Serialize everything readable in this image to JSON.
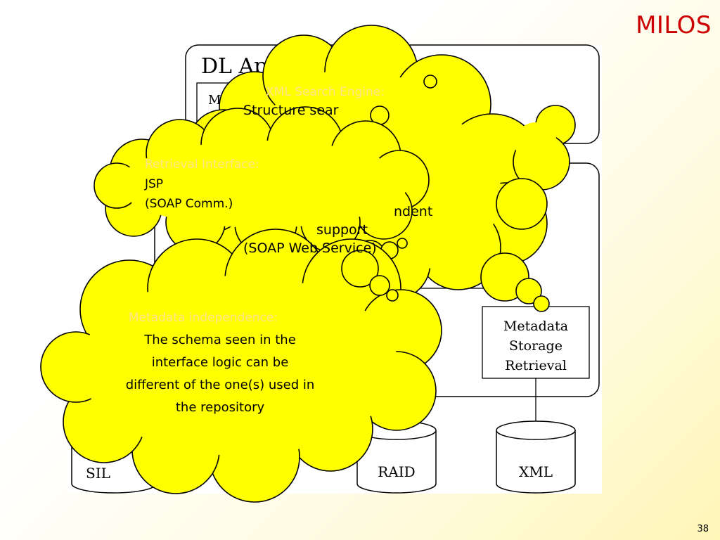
{
  "slide": {
    "title": "MILOS",
    "page_number": "38"
  },
  "diagram": {
    "app_box_title": "DL Applic",
    "app_box_fragment": "M",
    "storage_box_label_lines": [
      "Metadata",
      "Storage",
      "Retrieval"
    ],
    "repositories": [
      "SIL",
      "RAID",
      "XML"
    ]
  },
  "callouts": {
    "xml_search": {
      "heading": "XML Search Engine:",
      "line1": "Structure sear",
      "line2": "ndent",
      "line3": "support",
      "line4": "(SOAP Web Service)"
    },
    "retrieval": {
      "heading": "Retrieval Interface:",
      "line1": "JSP",
      "line2": "(SOAP Comm.)"
    },
    "metadata": {
      "heading": "Metadata independence:",
      "line1": "The schema seen in the",
      "line2": "interface logic can be",
      "line3": "different of the one(s) used in",
      "line4": "the repository"
    }
  },
  "colors": {
    "title": "#cc0000",
    "cloud_fill": "#ffff00",
    "cloud_heading": "#ffe08a"
  }
}
